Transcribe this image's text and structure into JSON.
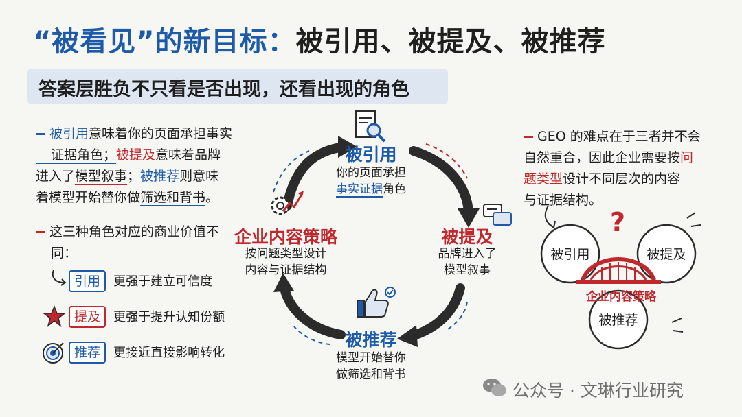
{
  "title": {
    "part1": "“被看见”的新目标：",
    "part2": "被引用、被提及、被推荐"
  },
  "subtitle": "答案层胜负不只看是否出现，还看出现的角色",
  "left": {
    "para1": {
      "t1": "被引用",
      "t2": "意味着你的页面承担事实",
      "t3": "证据角色；",
      "t4": "被提及",
      "t5": "意味着品牌",
      "t6": "进入了",
      "t7": "模型叙事",
      "t8": "；",
      "t9": "被推荐",
      "t10": "则意味",
      "t11": "着模型开始替你做",
      "t12": "筛选和背书",
      "t13": "。"
    },
    "para2": {
      "line1": "这三种角色对应的商业价值不",
      "line2": "同："
    },
    "values": [
      {
        "tag": "引用",
        "text": "更强于建立可信度",
        "icon": "curved-arrow-icon"
      },
      {
        "tag": "提及",
        "text": "更强于提升认知份额",
        "icon": "star-icon"
      },
      {
        "tag": "推荐",
        "text": "更接近直接影响转化",
        "icon": "target-icon"
      }
    ]
  },
  "cycle": {
    "nodes": {
      "cite": {
        "title": "被引用",
        "desc1": "你的页面承担",
        "desc2a": "事实证据",
        "desc2b": "角色",
        "icon": "document-search-icon"
      },
      "mention": {
        "title": "被提及",
        "desc1": "品牌进入了",
        "desc2": "模型叙事",
        "icon": "chat-bubbles-icon"
      },
      "recommend": {
        "title": "被推荐",
        "desc1": "模型开始替你",
        "desc2": "做筛选和背书",
        "icon": "thumbs-up-icon"
      },
      "strategy": {
        "title": "企业内容策略",
        "desc1": "按问题类型设计",
        "desc2": "内容与证据结构",
        "icon": "gear-chart-icon"
      }
    }
  },
  "right": {
    "t1": "GEO 的难点在于三者并不会",
    "t2": "自然重合，因此企业需要按",
    "t3": "问",
    "t4": "题类型",
    "t5": "设计不同层次的内容",
    "t6": "与证据结构。",
    "circles": [
      "被引用",
      "被提及",
      "被推荐"
    ],
    "bridge_label": "企业内容策略",
    "question_mark": "?"
  },
  "watermark": "公众号 · 文琳行业研究",
  "colors": {
    "blue": "#1d5aa8",
    "red": "#c0282d",
    "dark": "#2b2b2b"
  }
}
